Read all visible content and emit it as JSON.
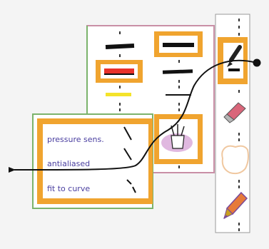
{
  "popup": {
    "options": [
      {
        "label": "pressure sens."
      },
      {
        "label": "antialiased"
      },
      {
        "label": "fit to curve"
      }
    ]
  },
  "toolbar": {
    "tools": [
      {
        "icon": "paintbrush-icon",
        "selected": true
      },
      {
        "icon": "eraser-icon",
        "selected": false
      },
      {
        "icon": "lasso-selection-icon",
        "selected": false
      },
      {
        "icon": "pen-nib-icon",
        "selected": false
      }
    ]
  },
  "brush_palette": {
    "stroke_styles": [
      {
        "name": "stroke-thick-black",
        "color": "#111111"
      },
      {
        "name": "stroke-thick-black-2",
        "color": "#111111"
      },
      {
        "name": "stroke-red",
        "color": "#e8312a"
      },
      {
        "name": "stroke-medium-black",
        "color": "#111111"
      },
      {
        "name": "stroke-yellow",
        "color": "#f4e32a"
      },
      {
        "name": "stroke-thin-black",
        "color": "#111111"
      }
    ],
    "brush_pot_icon": "brush-pot-icon"
  },
  "colors": {
    "highlight": "#f0a42f",
    "palette_border": "#c98fa6",
    "popup_border": "#7bb36b",
    "toolbar_bg": "#ffffff",
    "connector": "#111111",
    "text": "#4a3fa0"
  }
}
